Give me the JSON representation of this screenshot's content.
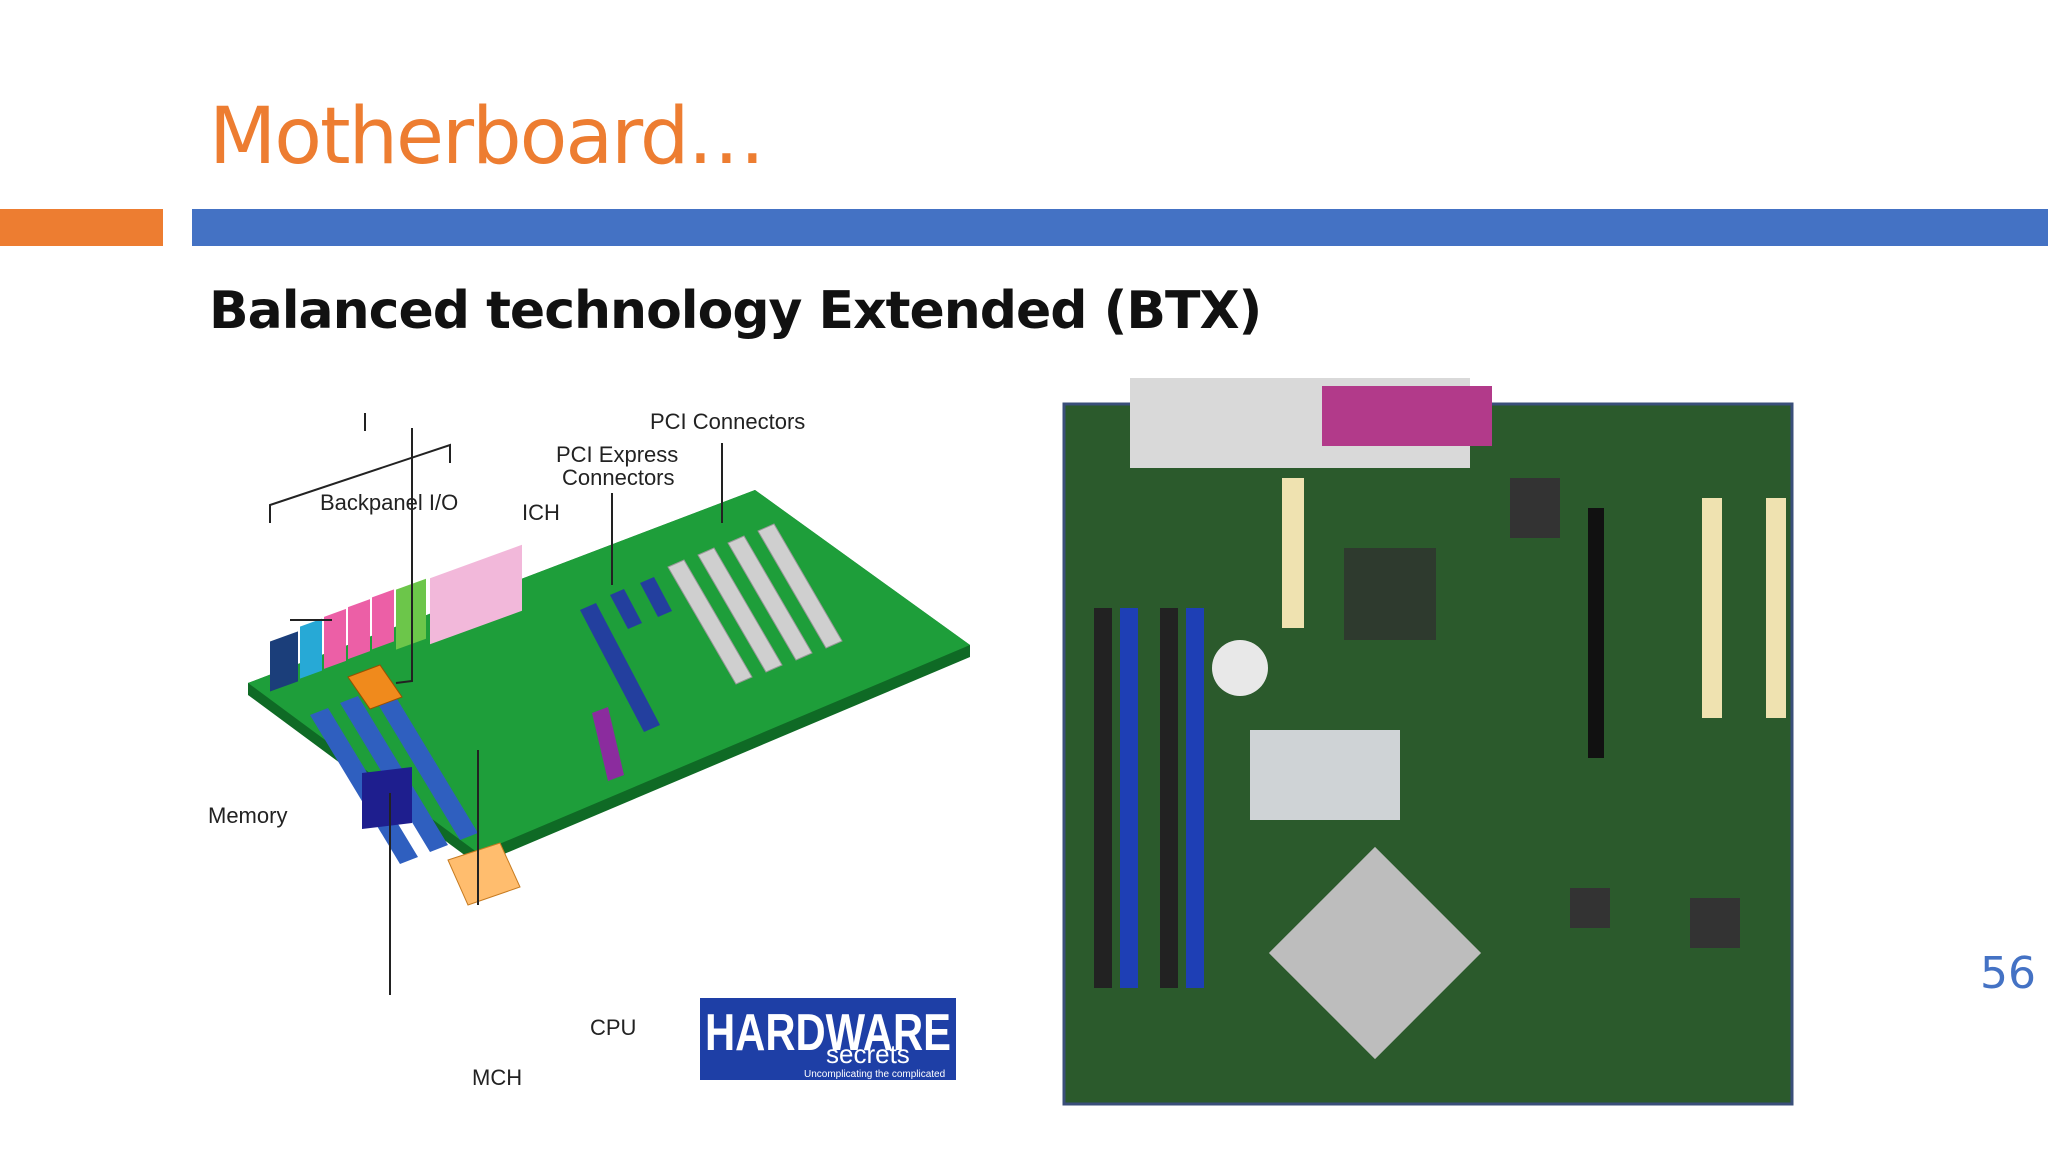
{
  "slide": {
    "title": "Motherboard…",
    "subtitle": "Balanced technology Extended (BTX)",
    "page_number": "56"
  },
  "diagram": {
    "labels": {
      "pci_connectors": "PCI Connectors",
      "pci_express_1": "PCI Express",
      "pci_express_2": "Connectors",
      "backpanel_io": "Backpanel I/O",
      "ich": "ICH",
      "memory": "Memory",
      "cpu": "CPU",
      "mch": "MCH"
    },
    "logo": {
      "main": "HARDWARE",
      "sub": "secrets",
      "tagline": "Uncomplicating the complicated"
    }
  },
  "colors": {
    "title": "#ED7D31",
    "accent_orange": "#ED7D31",
    "accent_blue": "#4472C4",
    "board_green": "#1E9E3A"
  }
}
